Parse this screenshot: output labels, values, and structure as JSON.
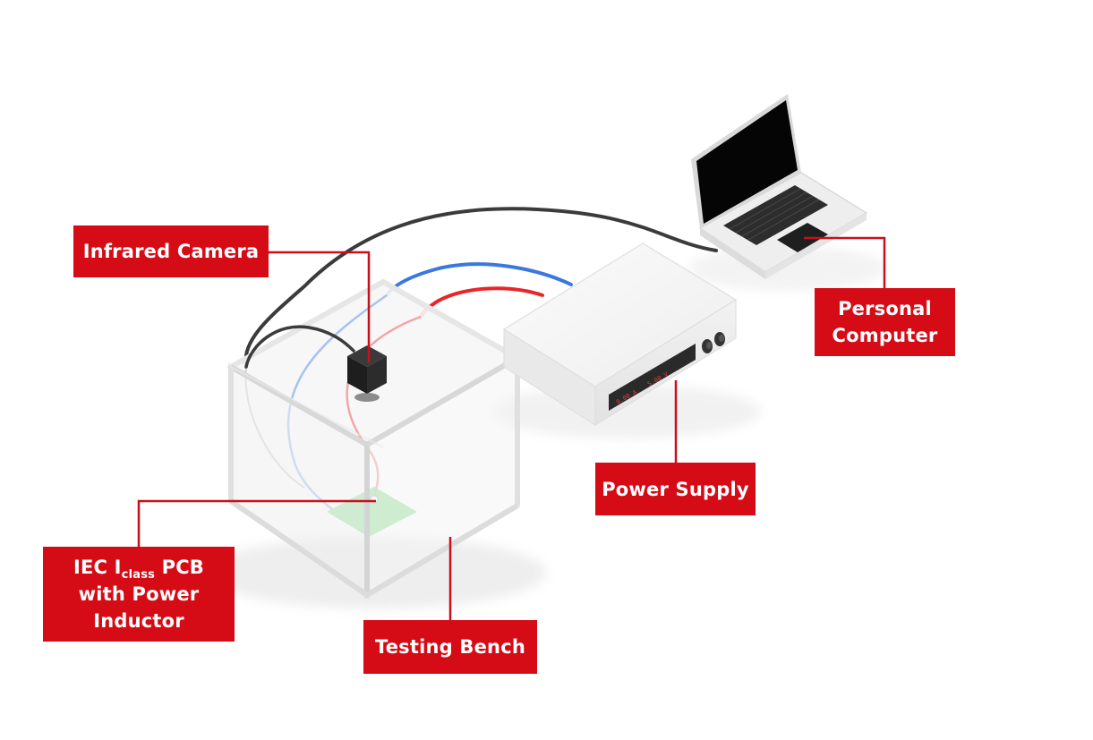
{
  "colors": {
    "label_bg": "#d50c16",
    "label_text": "#ffffff",
    "leader_line": "#c8101a",
    "cable_blue": "#3a78e0",
    "cable_red": "#e8262a",
    "cable_dark": "#3b3b3b",
    "pcb_green": "#9fe3a2",
    "display_digits": "#e8372e"
  },
  "labels": {
    "infrared_camera": "Infrared Camera",
    "personal_computer": [
      "Personal",
      "Computer"
    ],
    "power_supply": "Power Supply",
    "pcb": {
      "prefix": "IEC I",
      "subscript": "class",
      "suffix": " PCB",
      "line2": "with Power",
      "line3": "Inductor"
    },
    "testing_bench": "Testing Bench"
  },
  "power_supply_display": {
    "current": "0.00 A",
    "voltage": "5.00 V"
  },
  "icons": {
    "camera": "infrared-camera-icon",
    "laptop": "laptop-icon",
    "power_supply": "power-supply-icon",
    "bench": "glass-enclosure-icon",
    "pcb": "pcb-board-icon"
  }
}
